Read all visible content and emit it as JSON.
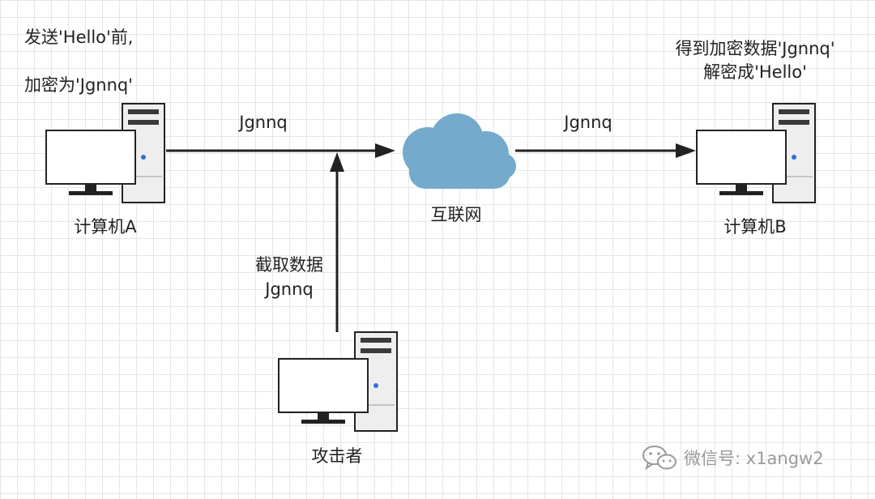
{
  "diagram": {
    "note_a_line1": "发送'Hello'前,",
    "note_a_line2": "加密为'Jgnnq'",
    "note_b_line1": "得到加密数据'Jgnnq'",
    "note_b_line2": "解密成'Hello'",
    "edge_a_to_net": "Jgnnq",
    "edge_net_to_b": "Jgnnq",
    "intercept_line1": "截取数据",
    "intercept_line2": "Jgnnq",
    "node_a": "计算机A",
    "node_b": "计算机B",
    "node_internet": "互联网",
    "node_attacker": "攻击者"
  },
  "watermark": {
    "text": "微信号: x1angw2",
    "icon": "wechat-icon"
  },
  "colors": {
    "cloud": "#74aacb",
    "arrow": "#222222",
    "tower": "#eeeeee",
    "tower_stripe": "#3a3a3a",
    "led": "#2f6fd8"
  }
}
